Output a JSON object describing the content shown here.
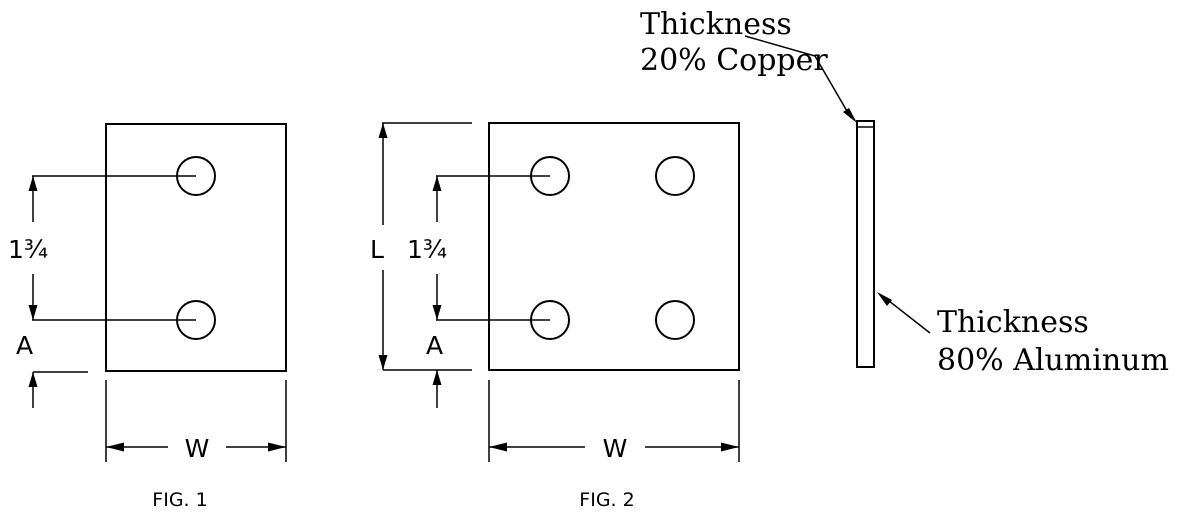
{
  "fig1": {
    "caption": "FIG. 1",
    "hole_spacing": "1¾",
    "edge_distance": "A",
    "width": "W"
  },
  "fig2": {
    "caption": "FIG. 2",
    "length": "L",
    "hole_spacing": "1¾",
    "edge_distance": "A",
    "width": "W"
  },
  "side_view": {
    "top_note": [
      "Thickness",
      "20% Copper"
    ],
    "bottom_note": [
      "Thickness",
      "80% Aluminum"
    ]
  }
}
